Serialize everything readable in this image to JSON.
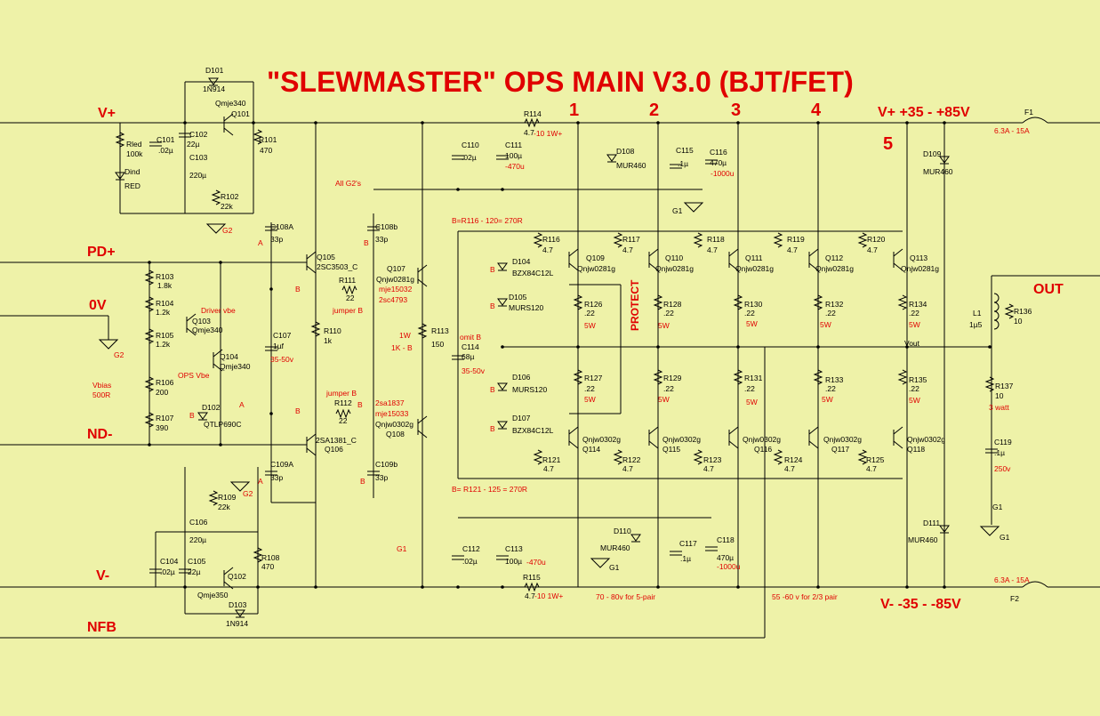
{
  "title": "\"SLEWMASTER\" OPS MAIN V3.0 (BJT/FET)",
  "rail_labels": {
    "vplus": "V+",
    "pd": "PD+",
    "zero": "0V",
    "nd": "ND-",
    "vminus": "V-",
    "nfb": "NFB",
    "out": "OUT",
    "vplus_range": "V+ +35  -  +85V",
    "vminus_range": "V- -35 -  -85V"
  },
  "pair_numbers": [
    "1",
    "2",
    "3",
    "4",
    "5"
  ],
  "fuses": {
    "f1": "F1",
    "f1_rating": "6.3A - 15A",
    "f2": "F2",
    "f2_rating": "6.3A - 15A"
  },
  "notes": {
    "all_g2": "All G2's",
    "b_top": "B=R116 - 120= 270R",
    "b_bottom": "B= R121 - 125 = 270R",
    "protect": "PROTECT",
    "pair5_note": "70 - 80v for 5-pair",
    "pair23_note": "55 -60 v for 2/3 pair",
    "driver_vbe": "Driver vbe",
    "ops_vbe": "OPS Vbe",
    "vbias": "Vbias",
    "vbias_val": "500R",
    "jumper_b1": "jumper B",
    "jumper_b2": "jumper B",
    "omit_b": "omit B",
    "r113_power": "1W",
    "r113_alt": "1K - B",
    "vout": "Vout"
  },
  "grounds": {
    "g1": "G1",
    "g2": "G2"
  },
  "labels": [
    {
      "k": "a1",
      "t": "D101",
      "c": "c"
    },
    {
      "k": "a2",
      "t": "1N914",
      "c": "c"
    },
    {
      "k": "a3",
      "t": "Qmje340",
      "c": "c"
    },
    {
      "k": "a4",
      "t": "Q101",
      "c": "c"
    },
    {
      "k": "a5",
      "t": "C101",
      "c": "c"
    },
    {
      "k": "a6",
      "t": ".02µ",
      "c": "c"
    },
    {
      "k": "a7",
      "t": "C102",
      "c": "c"
    },
    {
      "k": "a8",
      "t": "22µ",
      "c": "c"
    },
    {
      "k": "a9",
      "t": "C103",
      "c": "c"
    },
    {
      "k": "a10",
      "t": "220µ",
      "c": "c"
    },
    {
      "k": "a11",
      "t": "R101",
      "c": "c"
    },
    {
      "k": "a12",
      "t": "470",
      "c": "c"
    },
    {
      "k": "a13",
      "t": "Rled",
      "c": "c"
    },
    {
      "k": "a14",
      "t": "100k",
      "c": "c"
    },
    {
      "k": "a15",
      "t": "Dind",
      "c": "c"
    },
    {
      "k": "a16",
      "t": "RED",
      "c": "c"
    },
    {
      "k": "a17",
      "t": "R102",
      "c": "c"
    },
    {
      "k": "a18",
      "t": "22k",
      "c": "c"
    },
    {
      "k": "b1",
      "t": "R114",
      "c": "c"
    },
    {
      "k": "b2",
      "t": "4.7",
      "c": "c"
    },
    {
      "k": "b3",
      "t": "-10 1W+",
      "c": "r"
    },
    {
      "k": "b4",
      "t": "C110",
      "c": "c"
    },
    {
      "k": "b5",
      "t": ".02µ",
      "c": "c"
    },
    {
      "k": "b6",
      "t": "C111",
      "c": "c"
    },
    {
      "k": "b7",
      "t": "100µ",
      "c": "c"
    },
    {
      "k": "b8",
      "t": "-470u",
      "c": "r"
    },
    {
      "k": "b9",
      "t": "D108",
      "c": "c"
    },
    {
      "k": "b10",
      "t": "MUR460",
      "c": "c"
    },
    {
      "k": "b11",
      "t": "C115",
      "c": "c"
    },
    {
      "k": "b12",
      "t": ".1µ",
      "c": "c"
    },
    {
      "k": "b13",
      "t": "C116",
      "c": "c"
    },
    {
      "k": "b14",
      "t": "470µ",
      "c": "c"
    },
    {
      "k": "b15",
      "t": "-1000u",
      "c": "r"
    },
    {
      "k": "b16",
      "t": "D109",
      "c": "c"
    },
    {
      "k": "b17",
      "t": "MUR460",
      "c": "c"
    },
    {
      "k": "c1",
      "t": "C108A",
      "c": "c"
    },
    {
      "k": "c2",
      "t": "33p",
      "c": "c"
    },
    {
      "k": "c3",
      "t": "A",
      "c": "r"
    },
    {
      "k": "c4",
      "t": "C108b",
      "c": "c"
    },
    {
      "k": "c5",
      "t": "33p",
      "c": "c"
    },
    {
      "k": "c6",
      "t": "B",
      "c": "r"
    },
    {
      "k": "c7",
      "t": "Q105",
      "c": "c"
    },
    {
      "k": "c8",
      "t": "2SC3503_C",
      "c": "c"
    },
    {
      "k": "c9",
      "t": "Q107",
      "c": "c"
    },
    {
      "k": "c10",
      "t": "Qnjw0281g",
      "c": "c"
    },
    {
      "k": "c11",
      "t": "mje15032",
      "c": "r"
    },
    {
      "k": "c12",
      "t": "2sc4793",
      "c": "r"
    },
    {
      "k": "c13",
      "t": "R111",
      "c": "c"
    },
    {
      "k": "c14",
      "t": "22",
      "c": "c"
    },
    {
      "k": "c15",
      "t": "B",
      "c": "r"
    },
    {
      "k": "c16",
      "t": "R103",
      "c": "c"
    },
    {
      "k": "c17",
      "t": "1.8k",
      "c": "c"
    },
    {
      "k": "c18",
      "t": "R104",
      "c": "c"
    },
    {
      "k": "c19",
      "t": "1.2k",
      "c": "c"
    },
    {
      "k": "c20",
      "t": "R105",
      "c": "c"
    },
    {
      "k": "c21",
      "t": "1.2k",
      "c": "c"
    },
    {
      "k": "c22",
      "t": "Q103",
      "c": "c"
    },
    {
      "k": "c23",
      "t": "Qmje340",
      "c": "c"
    },
    {
      "k": "c24",
      "t": "Q104",
      "c": "c"
    },
    {
      "k": "c25",
      "t": "Qmje340",
      "c": "c"
    },
    {
      "k": "c26",
      "t": "R106",
      "c": "c"
    },
    {
      "k": "c27",
      "t": "200",
      "c": "c"
    },
    {
      "k": "c28",
      "t": "R107",
      "c": "c"
    },
    {
      "k": "c29",
      "t": "390",
      "c": "c"
    },
    {
      "k": "c30",
      "t": "D102",
      "c": "c"
    },
    {
      "k": "c31",
      "t": "QTLP690C",
      "c": "c"
    },
    {
      "k": "c32",
      "t": "B",
      "c": "r"
    },
    {
      "k": "c33",
      "t": "A",
      "c": "r"
    },
    {
      "k": "c34",
      "t": "C107",
      "c": "c"
    },
    {
      "k": "c35",
      "t": "1µf",
      "c": "c"
    },
    {
      "k": "c36",
      "t": "35-50v",
      "c": "r"
    },
    {
      "k": "c37",
      "t": "R110",
      "c": "c"
    },
    {
      "k": "c38",
      "t": "1k",
      "c": "c"
    },
    {
      "k": "c39",
      "t": "R113",
      "c": "c"
    },
    {
      "k": "c40",
      "t": "150",
      "c": "c"
    },
    {
      "k": "c41",
      "t": "C114",
      "c": "c"
    },
    {
      "k": "c42",
      "t": "68µ",
      "c": "c"
    },
    {
      "k": "c43",
      "t": "35-50v",
      "c": "r"
    },
    {
      "k": "c44",
      "t": "B",
      "c": "r"
    },
    {
      "k": "c45",
      "t": "R112",
      "c": "c"
    },
    {
      "k": "c46",
      "t": "22",
      "c": "c"
    },
    {
      "k": "c47",
      "t": "B",
      "c": "r"
    },
    {
      "k": "c48",
      "t": "2sa1837",
      "c": "r"
    },
    {
      "k": "c49",
      "t": "mje15033",
      "c": "r"
    },
    {
      "k": "c50",
      "t": "Qnjw0302g",
      "c": "c"
    },
    {
      "k": "c51",
      "t": "Q108",
      "c": "c"
    },
    {
      "k": "c52",
      "t": "2SA1381_C",
      "c": "c"
    },
    {
      "k": "c53",
      "t": "Q106",
      "c": "c"
    },
    {
      "k": "c54",
      "t": "C109A",
      "c": "c"
    },
    {
      "k": "c55",
      "t": "33p",
      "c": "c"
    },
    {
      "k": "c56",
      "t": "A",
      "c": "r"
    },
    {
      "k": "c57",
      "t": "C109b",
      "c": "c"
    },
    {
      "k": "c58",
      "t": "33p",
      "c": "c"
    },
    {
      "k": "c59",
      "t": "B",
      "c": "r"
    },
    {
      "k": "d1",
      "t": "D104",
      "c": "c"
    },
    {
      "k": "d2",
      "t": "BZX84C12L",
      "c": "c"
    },
    {
      "k": "d3",
      "t": "B",
      "c": "r"
    },
    {
      "k": "d4",
      "t": "D105",
      "c": "c"
    },
    {
      "k": "d5",
      "t": "MURS120",
      "c": "c"
    },
    {
      "k": "d6",
      "t": "B",
      "c": "r"
    },
    {
      "k": "d7",
      "t": "D106",
      "c": "c"
    },
    {
      "k": "d8",
      "t": "MURS120",
      "c": "c"
    },
    {
      "k": "d9",
      "t": "B",
      "c": "r"
    },
    {
      "k": "d10",
      "t": "D107",
      "c": "c"
    },
    {
      "k": "d11",
      "t": "BZX84C12L",
      "c": "c"
    },
    {
      "k": "d12",
      "t": "B",
      "c": "r"
    },
    {
      "k": "e1",
      "t": "R116",
      "c": "c"
    },
    {
      "k": "e2",
      "t": "4.7",
      "c": "c"
    },
    {
      "k": "e3",
      "t": "Q109",
      "c": "c"
    },
    {
      "k": "e4",
      "t": "Qnjw0281g",
      "c": "c"
    },
    {
      "k": "e5",
      "t": "R117",
      "c": "c"
    },
    {
      "k": "e6",
      "t": "4.7",
      "c": "c"
    },
    {
      "k": "e7",
      "t": "Q110",
      "c": "c"
    },
    {
      "k": "e8",
      "t": "Qnjw0281g",
      "c": "c"
    },
    {
      "k": "e9",
      "t": "R118",
      "c": "c"
    },
    {
      "k": "e10",
      "t": "4.7",
      "c": "c"
    },
    {
      "k": "e11",
      "t": "Q111",
      "c": "c"
    },
    {
      "k": "e12",
      "t": "Qnjw0281g",
      "c": "c"
    },
    {
      "k": "e13",
      "t": "R119",
      "c": "c"
    },
    {
      "k": "e14",
      "t": "4.7",
      "c": "c"
    },
    {
      "k": "e15",
      "t": "Q112",
      "c": "c"
    },
    {
      "k": "e16",
      "t": "Qnjw0281g",
      "c": "c"
    },
    {
      "k": "e17",
      "t": "R120",
      "c": "c"
    },
    {
      "k": "e18",
      "t": "4.7",
      "c": "c"
    },
    {
      "k": "e19",
      "t": "Q113",
      "c": "c"
    },
    {
      "k": "e20",
      "t": "Qnjw0281g",
      "c": "c"
    },
    {
      "k": "f1",
      "t": "R126",
      "c": "c"
    },
    {
      "k": "f2",
      "t": ".22",
      "c": "c"
    },
    {
      "k": "f3",
      "t": "5W",
      "c": "r"
    },
    {
      "k": "f4",
      "t": "R128",
      "c": "c"
    },
    {
      "k": "f5",
      "t": ".22",
      "c": "c"
    },
    {
      "k": "f6",
      "t": "5W",
      "c": "r"
    },
    {
      "k": "f7",
      "t": "R130",
      "c": "c"
    },
    {
      "k": "f8",
      "t": ".22",
      "c": "c"
    },
    {
      "k": "f9",
      "t": "5W",
      "c": "r"
    },
    {
      "k": "f10",
      "t": "R132",
      "c": "c"
    },
    {
      "k": "f11",
      "t": ".22",
      "c": "c"
    },
    {
      "k": "f12",
      "t": "5W",
      "c": "r"
    },
    {
      "k": "f13",
      "t": "R134",
      "c": "c"
    },
    {
      "k": "f14",
      "t": ".22",
      "c": "c"
    },
    {
      "k": "f15",
      "t": "5W",
      "c": "r"
    },
    {
      "k": "f16",
      "t": "R127",
      "c": "c"
    },
    {
      "k": "f17",
      "t": ".22",
      "c": "c"
    },
    {
      "k": "f18",
      "t": "5W",
      "c": "r"
    },
    {
      "k": "f19",
      "t": "R129",
      "c": "c"
    },
    {
      "k": "f20",
      "t": ".22",
      "c": "c"
    },
    {
      "k": "f21",
      "t": "5W",
      "c": "r"
    },
    {
      "k": "f22",
      "t": "R131",
      "c": "c"
    },
    {
      "k": "f23",
      "t": ".22",
      "c": "c"
    },
    {
      "k": "f24",
      "t": "5W",
      "c": "r"
    },
    {
      "k": "f25",
      "t": "R133",
      "c": "c"
    },
    {
      "k": "f26",
      "t": ".22",
      "c": "c"
    },
    {
      "k": "f27",
      "t": "5W",
      "c": "r"
    },
    {
      "k": "f28",
      "t": "R135",
      "c": "c"
    },
    {
      "k": "f29",
      "t": ".22",
      "c": "c"
    },
    {
      "k": "f30",
      "t": "5W",
      "c": "r"
    },
    {
      "k": "g1",
      "t": "Qnjw0302g",
      "c": "c"
    },
    {
      "k": "g2",
      "t": "Q114",
      "c": "c"
    },
    {
      "k": "g3",
      "t": "Qnjw0302g",
      "c": "c"
    },
    {
      "k": "g4",
      "t": "Q115",
      "c": "c"
    },
    {
      "k": "g5",
      "t": "Qnjw0302g",
      "c": "c"
    },
    {
      "k": "g6",
      "t": "Q116",
      "c": "c"
    },
    {
      "k": "g7",
      "t": "Qnjw0302g",
      "c": "c"
    },
    {
      "k": "g8",
      "t": "Q117",
      "c": "c"
    },
    {
      "k": "g9",
      "t": "Qnjw0302g",
      "c": "c"
    },
    {
      "k": "g10",
      "t": "Q118",
      "c": "c"
    },
    {
      "k": "g11",
      "t": "R121",
      "c": "c"
    },
    {
      "k": "g12",
      "t": "4.7",
      "c": "c"
    },
    {
      "k": "g13",
      "t": "R122",
      "c": "c"
    },
    {
      "k": "g14",
      "t": "4.7",
      "c": "c"
    },
    {
      "k": "g15",
      "t": "R123",
      "c": "c"
    },
    {
      "k": "g16",
      "t": "4.7",
      "c": "c"
    },
    {
      "k": "g17",
      "t": "R124",
      "c": "c"
    },
    {
      "k": "g18",
      "t": "4.7",
      "c": "c"
    },
    {
      "k": "g19",
      "t": "R125",
      "c": "c"
    },
    {
      "k": "g20",
      "t": "4.7",
      "c": "c"
    },
    {
      "k": "h1",
      "t": "L1",
      "c": "c"
    },
    {
      "k": "h2",
      "t": "1µ5",
      "c": "c"
    },
    {
      "k": "h3",
      "t": "R136",
      "c": "c"
    },
    {
      "k": "h4",
      "t": "10",
      "c": "c"
    },
    {
      "k": "h5",
      "t": "R137",
      "c": "c"
    },
    {
      "k": "h6",
      "t": "10",
      "c": "c"
    },
    {
      "k": "h7",
      "t": "3 watt",
      "c": "r"
    },
    {
      "k": "h8",
      "t": "C119",
      "c": "c"
    },
    {
      "k": "h9",
      "t": ".1µ",
      "c": "c"
    },
    {
      "k": "h10",
      "t": "250v",
      "c": "r"
    },
    {
      "k": "h11",
      "t": "D111",
      "c": "c"
    },
    {
      "k": "h12",
      "t": "MUR460",
      "c": "c"
    },
    {
      "k": "i1",
      "t": "C112",
      "c": "c"
    },
    {
      "k": "i2",
      "t": ".02µ",
      "c": "c"
    },
    {
      "k": "i3",
      "t": "C113",
      "c": "c"
    },
    {
      "k": "i4",
      "t": "100µ",
      "c": "c"
    },
    {
      "k": "i5",
      "t": "-470u",
      "c": "r"
    },
    {
      "k": "i6",
      "t": "D110",
      "c": "c"
    },
    {
      "k": "i7",
      "t": "MUR460",
      "c": "c"
    },
    {
      "k": "i8",
      "t": "C117",
      "c": "c"
    },
    {
      "k": "i9",
      "t": ".1µ",
      "c": "c"
    },
    {
      "k": "i10",
      "t": "C118",
      "c": "c"
    },
    {
      "k": "i11",
      "t": "470µ",
      "c": "c"
    },
    {
      "k": "i12",
      "t": "-1000u",
      "c": "r"
    },
    {
      "k": "i13",
      "t": "R115",
      "c": "c"
    },
    {
      "k": "i14",
      "t": "4.7",
      "c": "c"
    },
    {
      "k": "i15",
      "t": "-10 1W+",
      "c": "r"
    },
    {
      "k": "j1",
      "t": "C104",
      "c": "c"
    },
    {
      "k": "j2",
      "t": ".02µ",
      "c": "c"
    },
    {
      "k": "j3",
      "t": "C105",
      "c": "c"
    },
    {
      "k": "j4",
      "t": "22µ",
      "c": "c"
    },
    {
      "k": "j5",
      "t": "C106",
      "c": "c"
    },
    {
      "k": "j6",
      "t": "220µ",
      "c": "c"
    },
    {
      "k": "j7",
      "t": "R109",
      "c": "c"
    },
    {
      "k": "j8",
      "t": "22k",
      "c": "c"
    },
    {
      "k": "j9",
      "t": "R108",
      "c": "c"
    },
    {
      "k": "j10",
      "t": "470",
      "c": "c"
    },
    {
      "k": "j11",
      "t": "Q102",
      "c": "c"
    },
    {
      "k": "j12",
      "t": "Qmje350",
      "c": "c"
    },
    {
      "k": "j13",
      "t": "D103",
      "c": "c"
    },
    {
      "k": "j14",
      "t": "1N914",
      "c": "c"
    }
  ]
}
